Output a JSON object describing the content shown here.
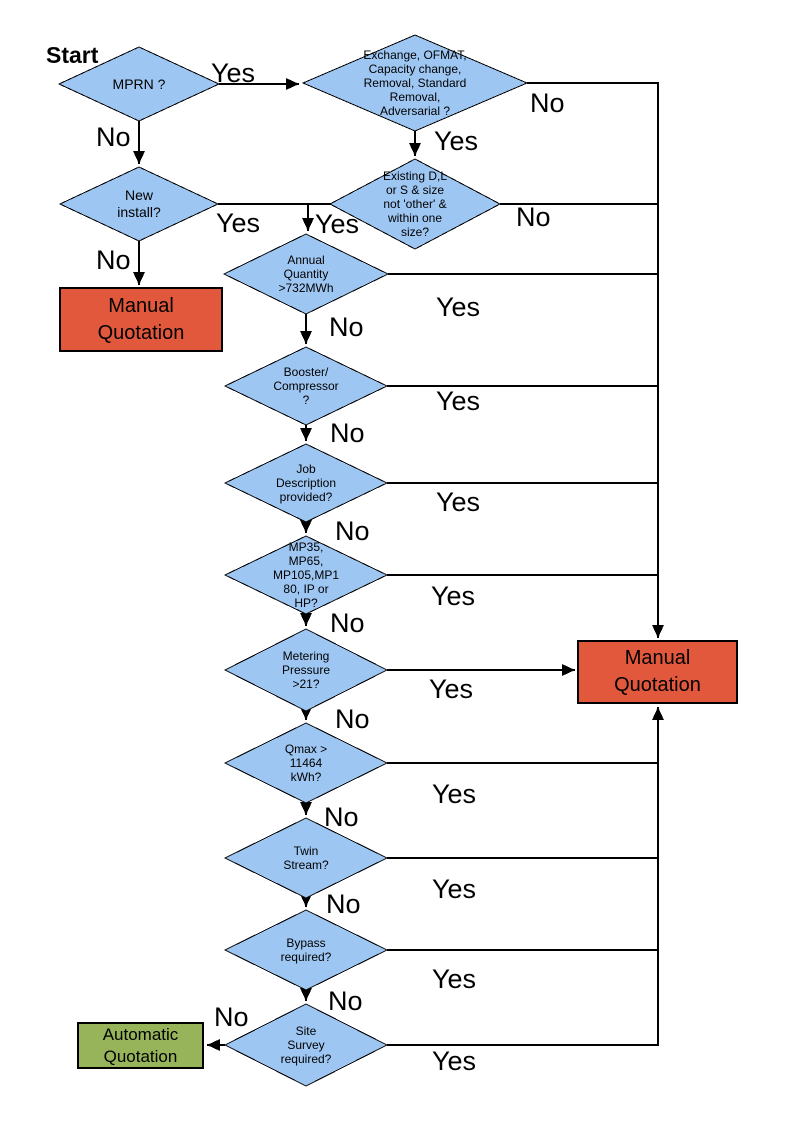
{
  "flowchart": {
    "start_label": "Start",
    "labels": {
      "yes": "Yes",
      "no": "No"
    },
    "decisions": {
      "mprn": "MPRN ?",
      "exchange": "Exchange, OFMAT,\nCapacity change,\nRemoval, Standard\nRemoval,\nAdversarial ?",
      "new_install": "New\ninstall?",
      "existing_size": "Existing D,L\nor S & size\nnot 'other' &\nwithin one\nsize?",
      "annual_quantity": "Annual\nQuantity\n>732MWh",
      "booster": "Booster/\nCompressor\n?",
      "job_description": "Job\nDescription\nprovided?",
      "pressure_tier": "MP35,\nMP65,\nMP105,MP1\n80, IP or\nHP?",
      "metering_pressure": "Metering\nPressure\n>21?",
      "qmax": "Qmax >\n11464\nkWh?",
      "twin_stream": "Twin\nStream?",
      "bypass": "Bypass\nrequired?",
      "site_survey": "Site\nSurvey\nrequired?"
    },
    "terminals": {
      "manual_left": "Manual\nQuotation",
      "manual_right": "Manual\nQuotation",
      "automatic": "Automatic\nQuotation"
    },
    "colors": {
      "decision_fill": "#9EC6F2",
      "manual_fill": "#E2583C",
      "automatic_fill": "#97B45A",
      "line": "#000000"
    }
  }
}
